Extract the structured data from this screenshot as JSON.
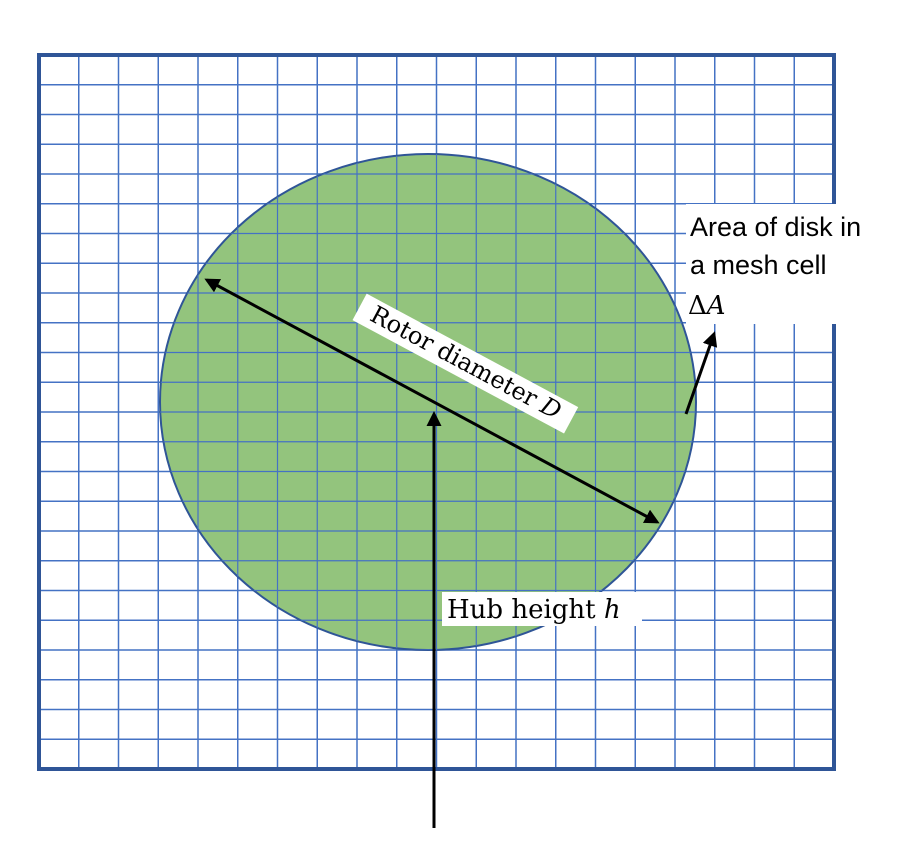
{
  "colors": {
    "grid_line": "#4472c4",
    "frame": "#2f5597",
    "disk_fill": "#93c47d",
    "disk_stroke": "#2f5597",
    "arrow": "#000000",
    "label_bg": "#ffffff"
  },
  "grid": {
    "columns": 20,
    "rows": 24
  },
  "labels": {
    "rotor_diameter_text": "Rotor diameter ",
    "rotor_diameter_symbol": "D",
    "hub_height_text": "Hub height ",
    "hub_height_symbol": "h",
    "area_line1": "Area of disk in",
    "area_line2": "a mesh cell",
    "delta_symbol": "Δ",
    "area_symbol": "A"
  }
}
